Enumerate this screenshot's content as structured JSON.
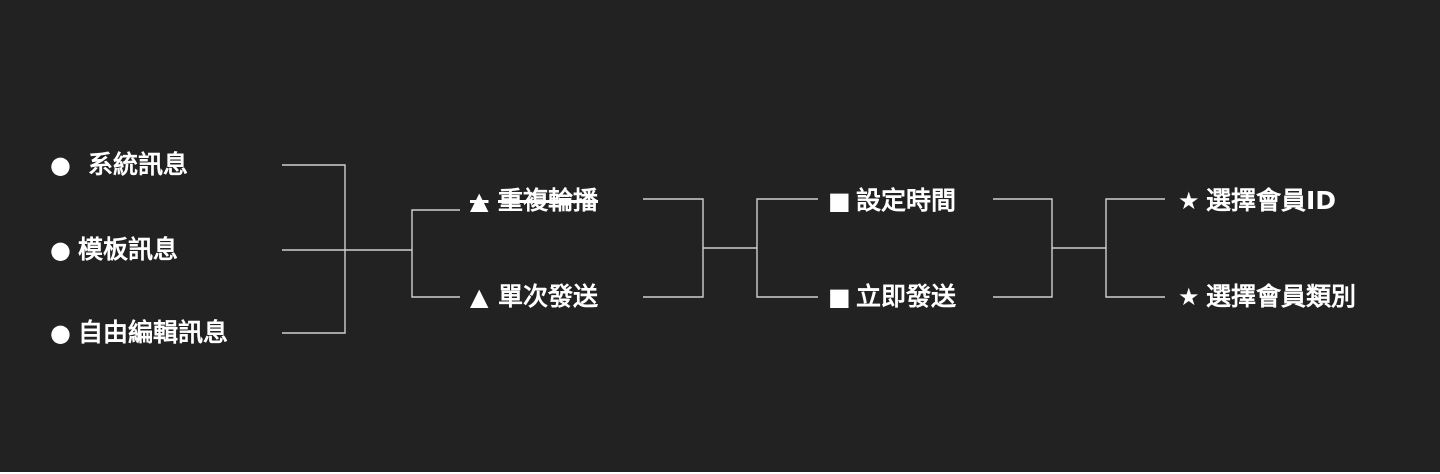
{
  "diagram": {
    "message_types": [
      {
        "marker": "●",
        "label": "系統訊息"
      },
      {
        "marker": "●",
        "label": " 模板訊息"
      },
      {
        "marker": "●",
        "label": " 自由編輯訊息"
      }
    ],
    "send_modes": [
      {
        "marker": "▲",
        "label": " 重複輪播",
        "struck": true
      },
      {
        "marker": "▲",
        "label": " 單次發送",
        "struck": false
      }
    ],
    "timing": [
      {
        "marker": "■",
        "label": "設定時間"
      },
      {
        "marker": "■",
        "label": "立即發送"
      }
    ],
    "recipients": [
      {
        "marker": "★",
        "label": " 選擇會員ID"
      },
      {
        "marker": "★",
        "label": " 選擇會員類別"
      }
    ]
  },
  "colors": {
    "background": "#222222",
    "text": "#ffffff",
    "connector": "#cfcfcf"
  }
}
